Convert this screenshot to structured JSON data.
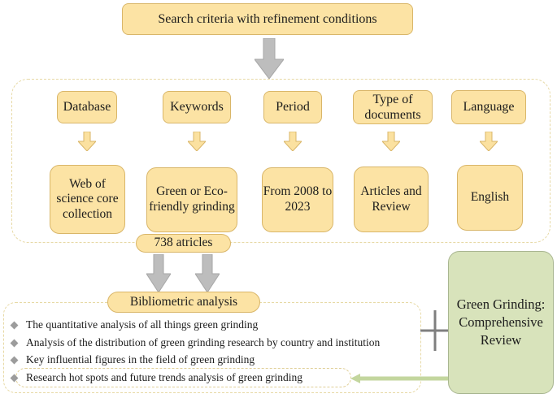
{
  "title_box": "Search criteria with refinement conditions",
  "columns": [
    {
      "header": "Database",
      "value": "Web of science core collection"
    },
    {
      "header": "Keywords",
      "value": "Green or Eco-friendly grinding"
    },
    {
      "header": "Period",
      "value": "From 2008 to 2023"
    },
    {
      "header": "Type of documents",
      "value": "Articles and Review"
    },
    {
      "header": "Language",
      "value": "English"
    }
  ],
  "articles_pill": "738 atricles",
  "bibliometric_pill": "Bibliometric analysis",
  "analysis_items": [
    "The quantitative analysis of all things green grinding",
    "Analysis of the distribution of green grinding research by country and institution",
    "Key influential figures in the field of green grinding",
    "Research hot spots and future trends  analysis of green grinding"
  ],
  "review_box": "Green Grinding: Comprehensive Review",
  "icons": {
    "big_down_arrow": "block-down-arrow",
    "column_down_arrow": "small-block-down-arrow",
    "funnel_arrows": "double-block-down-arrow",
    "plus": "plus-connector",
    "left_arrow": "green-left-arrow",
    "bullet": "diamond-bullet"
  },
  "colors": {
    "box_fill": "#fce3a4",
    "box_border": "#d9b669",
    "dashed_border": "#e7d9a5",
    "gray_arrow": "#bdbdbd",
    "plus_gray": "#7f7f7f",
    "green_fill": "#d8e3bb",
    "green_border": "#a9b691",
    "green_arrow": "#c3d69e"
  }
}
